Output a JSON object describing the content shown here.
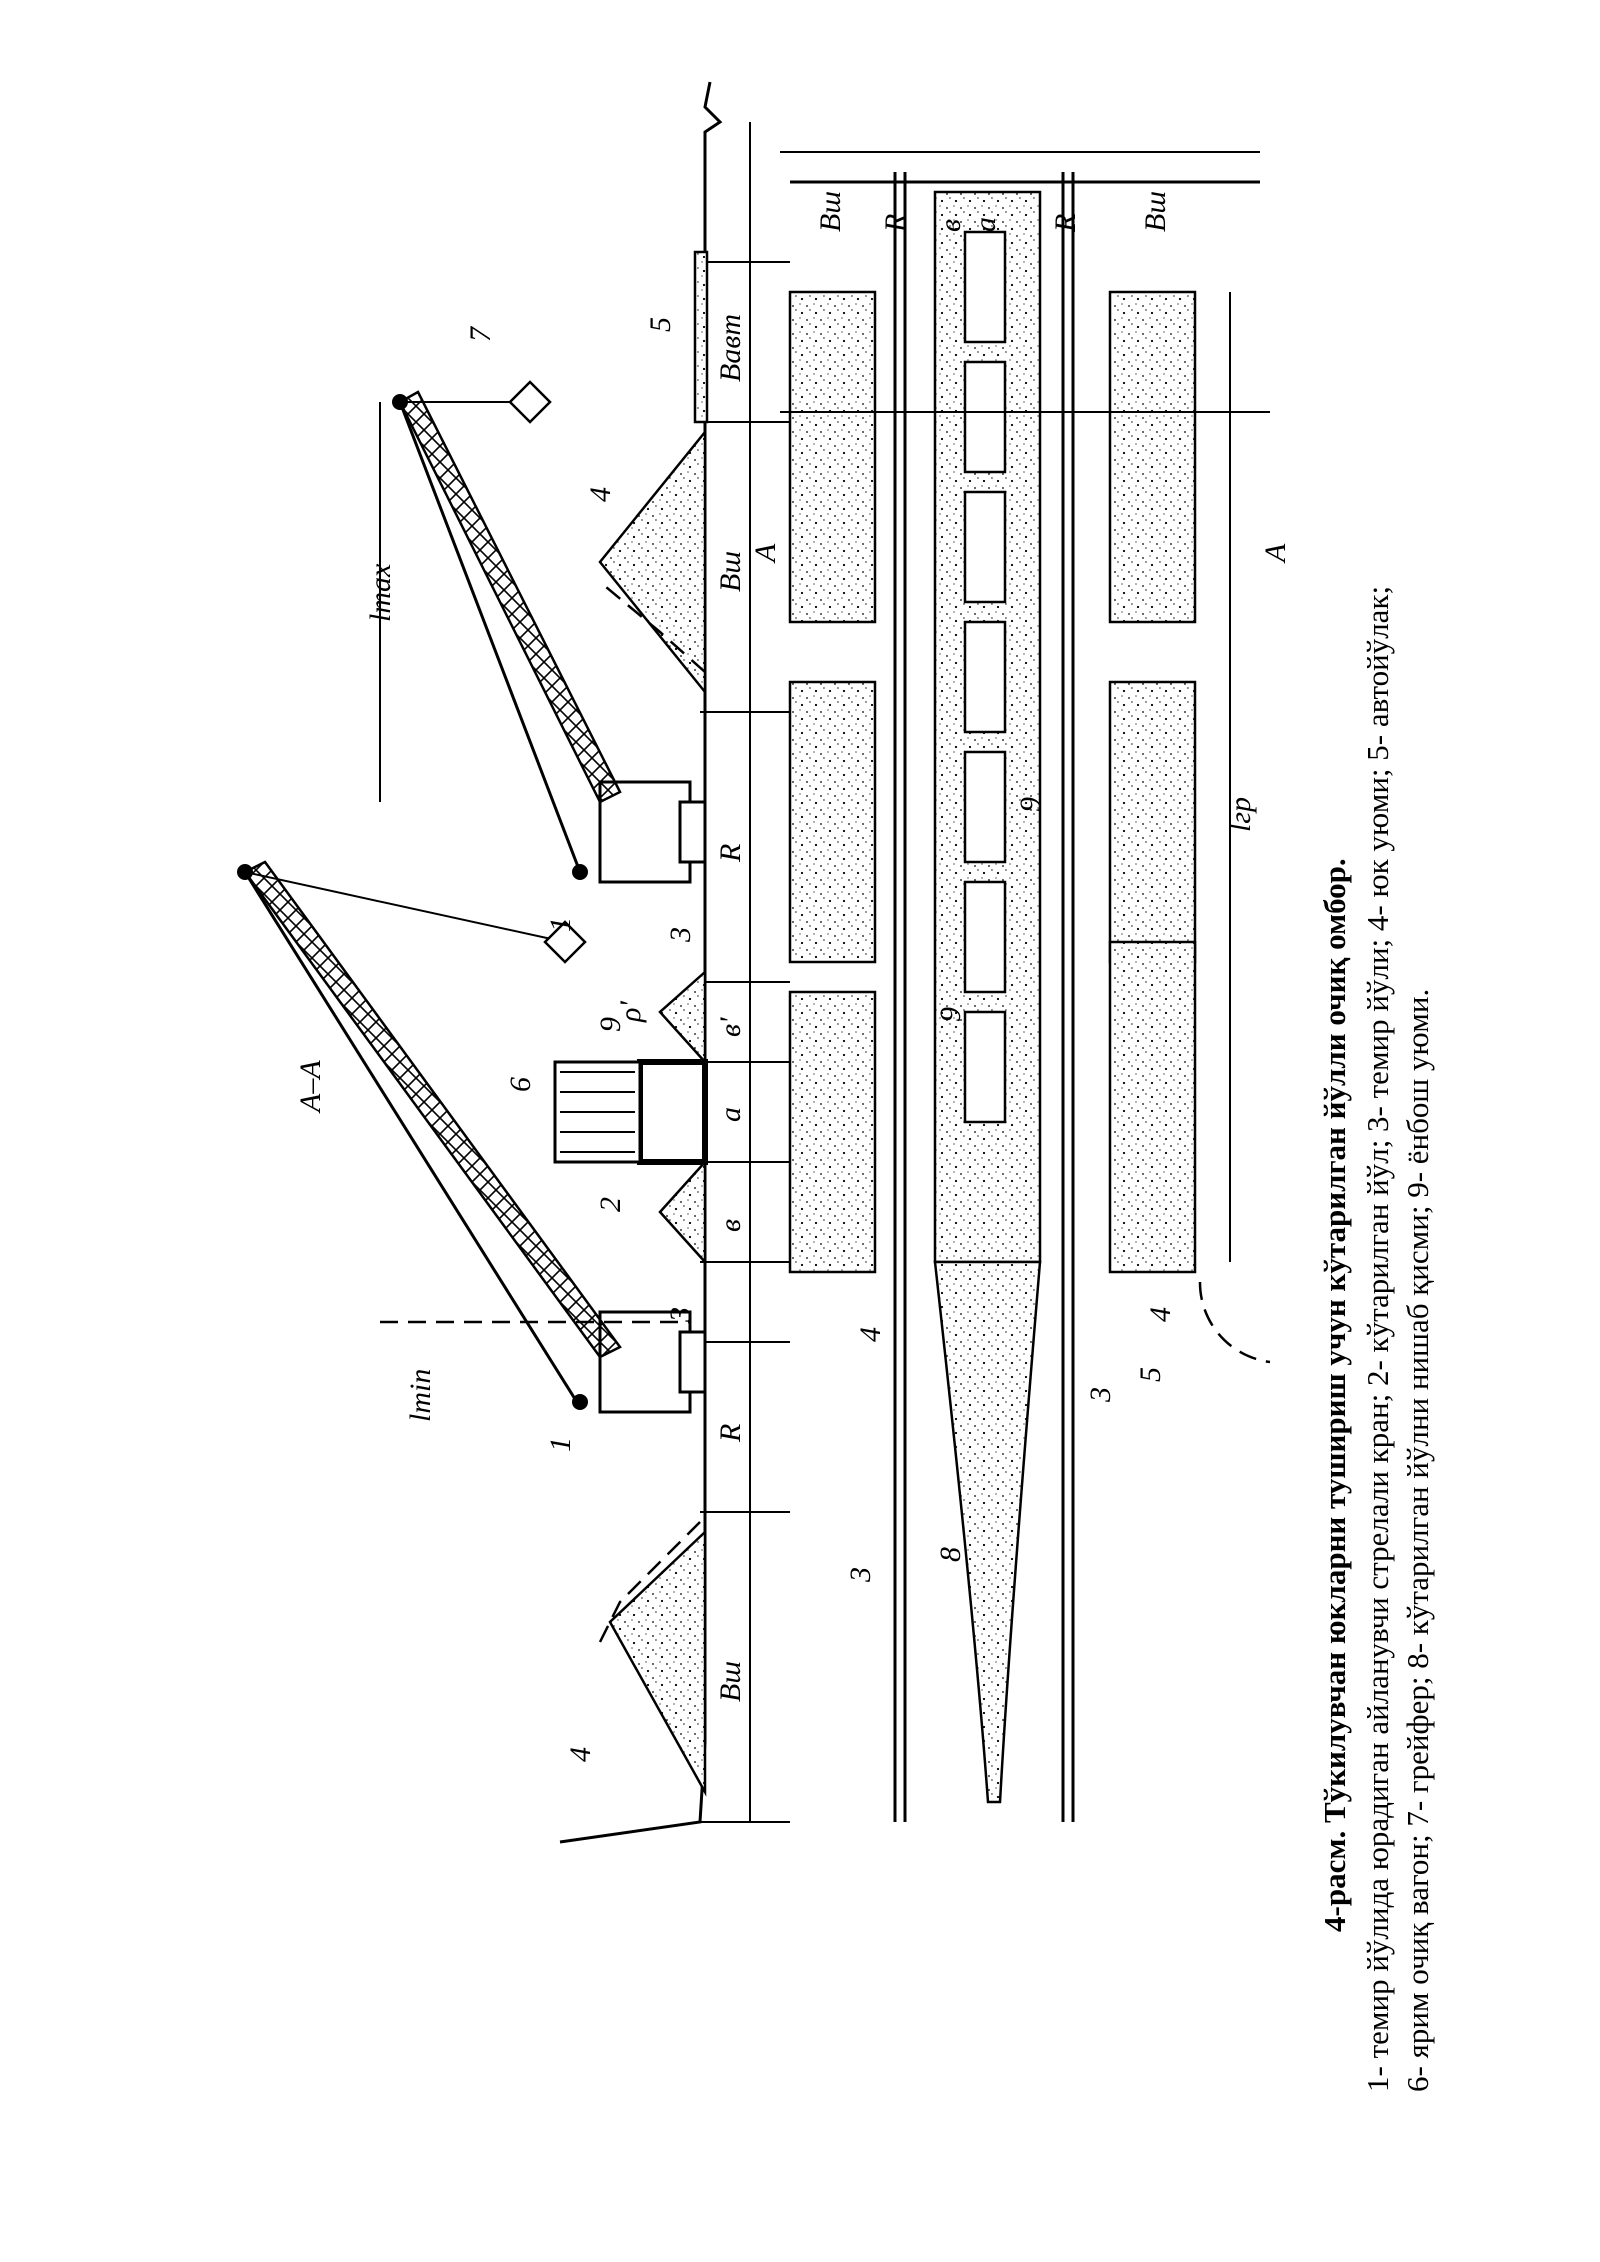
{
  "section_label": "A–A",
  "section_marks": [
    "A",
    "A"
  ],
  "dimension_labels": {
    "b_sh": "Bш",
    "b_avt": "Bавт",
    "R": "R",
    "b": "в",
    "a": "a",
    "b_prime": "в'",
    "rho_prime": "ρ'",
    "l_max": "lmax",
    "l_min": "lmin",
    "l_gr": "lгр",
    "plan_bsh": "Bш",
    "plan_r": "R",
    "plan_b": "в",
    "plan_a": "a"
  },
  "item_numbers": {
    "crane_left": "1",
    "crane_right": "1",
    "elevated_track": "2",
    "rail_left": "3",
    "rail_right": "3",
    "pile_left": "4",
    "pile_right": "4",
    "road": "5",
    "wagon": "6",
    "grab": "7",
    "ramp_plan": "8",
    "embankment": "9",
    "plan_pile_top": "4",
    "plan_pile_bottom": "4",
    "plan_road": "5",
    "plan_rail_1": "3",
    "plan_rail_2": "3",
    "plan_embank_1": "9",
    "plan_embank_2": "9"
  },
  "caption": {
    "title": "4-расм. Тўкилувчан юкларни тушириш учун кўтарилган йўлли очиқ омбор.",
    "line1": "1- темир йўлида юрадиган айланувчи стрелали кран; 2- кўтарилган йўл; 3- темир йўли; 4- юк уюми; 5- автойўлак;",
    "line2": "6- ярим очиқ вагон; 7- грейфер; 8- кўтарилган йўлни нишаб қисми; 9- ёнбош уюми."
  }
}
